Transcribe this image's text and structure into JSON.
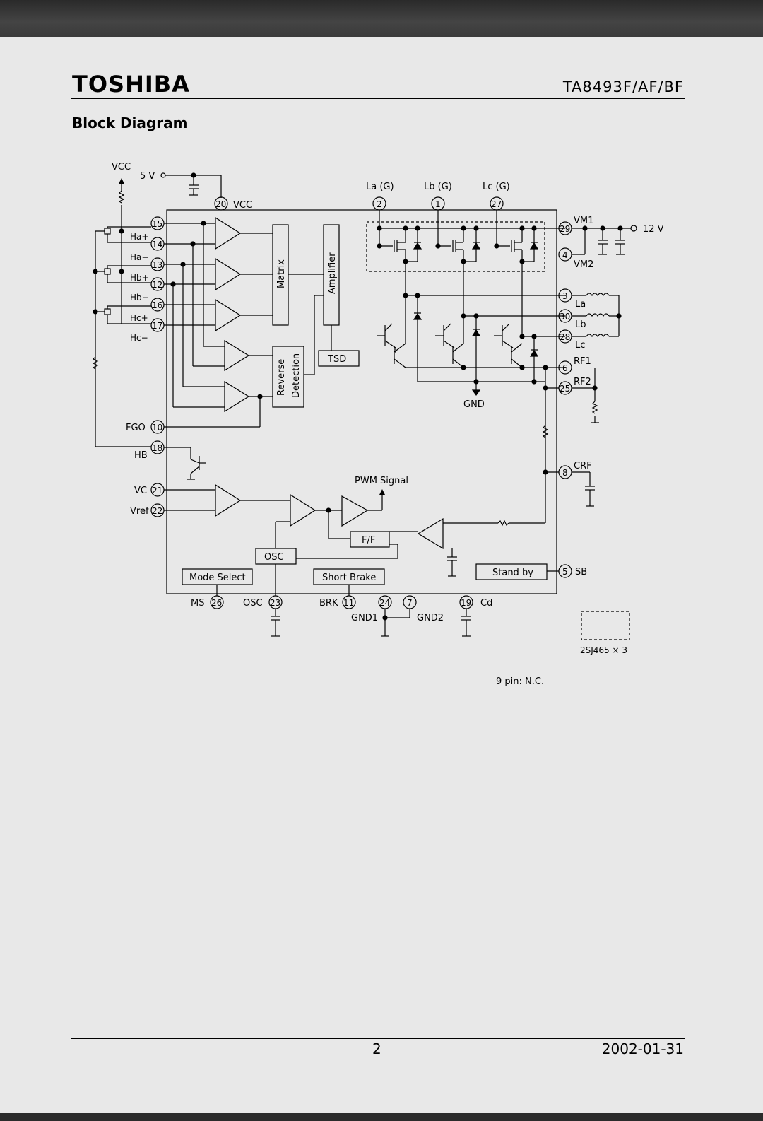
{
  "header": {
    "brand": "TOSHIBA",
    "part_number": "TA8493F/AF/BF"
  },
  "section_title": "Block Diagram",
  "footer": {
    "page": "2",
    "date": "2002-01-31"
  },
  "diagram": {
    "supply_vcc": "VCC",
    "supply_5v": "5 V",
    "supply_12v": "12 V",
    "pin20_label": "VCC",
    "gate_labels": {
      "la": "La (G)",
      "lb": "Lb (G)",
      "lc": "Lc (G)"
    },
    "hall_labels": [
      "Ha+",
      "Ha−",
      "Hb+",
      "Hb−",
      "Hc+",
      "Hc−"
    ],
    "blocks": {
      "matrix": "Matrix",
      "amplifier": "Amplifier",
      "tsd": "TSD",
      "reverse": "Reverse",
      "detection": "Detection",
      "osc": "OSC",
      "ff": "F/F",
      "mode_select": "Mode Select",
      "short_brake": "Short Brake",
      "standby": "Stand by",
      "pwm": "PWM Signal",
      "gnd": "GND"
    },
    "left_pins": [
      {
        "num": "15"
      },
      {
        "num": "14"
      },
      {
        "num": "13"
      },
      {
        "num": "12"
      },
      {
        "num": "16"
      },
      {
        "num": "17"
      },
      {
        "num": "10",
        "label": "FGO"
      },
      {
        "num": "18",
        "label": "HB"
      },
      {
        "num": "21",
        "label": "VC"
      },
      {
        "num": "22",
        "label": "Vref"
      }
    ],
    "top_pins": [
      "2",
      "1",
      "27",
      "20"
    ],
    "right_pins": [
      {
        "num": "29",
        "label": "VM1"
      },
      {
        "num": "4",
        "label": "VM2"
      },
      {
        "num": "3",
        "label": "La"
      },
      {
        "num": "30",
        "label": "Lb"
      },
      {
        "num": "28",
        "label": "Lc"
      },
      {
        "num": "6",
        "label": "RF1"
      },
      {
        "num": "25",
        "label": "RF2"
      },
      {
        "num": "8",
        "label": "CRF"
      },
      {
        "num": "5",
        "label": "SB"
      }
    ],
    "bottom_pins": [
      {
        "num": "26",
        "label": "MS"
      },
      {
        "num": "23",
        "label": "OSC"
      },
      {
        "num": "11",
        "label": "BRK"
      },
      {
        "num": "24",
        "label": "GND1"
      },
      {
        "num": "7",
        "label": "GND2"
      },
      {
        "num": "19",
        "label": "Cd"
      }
    ],
    "fet_note": "2SJ465 × 3",
    "nc_note": "9 pin: N.C."
  }
}
